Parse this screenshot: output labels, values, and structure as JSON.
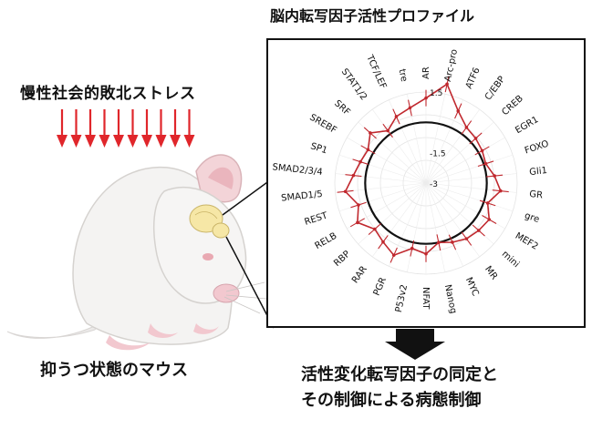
{
  "figure": {
    "profile_title": "脳内転写因子活性プロファイル",
    "stress_label": "慢性社会的敗北ストレス",
    "mouse_caption": "抑うつ状態のマウス",
    "result_line1": "活性変化転写因子の同定と",
    "result_line2": "その制御による病態制御"
  },
  "colors": {
    "stress_arrow": "#e0262b",
    "profile_line": "#c0282e",
    "reference_circle": "#111111",
    "brain": "#f6e7a6"
  },
  "chart_data": {
    "type": "radar",
    "title": "脳内転写因子活性プロファイル",
    "radial_ticks": [
      "1.5",
      "-1.5",
      "-3"
    ],
    "categories": [
      "AR",
      "Arc-pro",
      "ATF6",
      "C/EBP",
      "CREB",
      "EGR1",
      "FOXO",
      "Gli1",
      "GR",
      "gre",
      "MEF2",
      "mini",
      "MR",
      "MYC",
      "Nanog",
      "NFAT",
      "P53v2",
      "PGR",
      "RAR",
      "RBP",
      "RELB",
      "REST",
      "SMAD1/5",
      "SMAD2/3/4",
      "SP1",
      "SREBF",
      "SRF",
      "STAT1/2",
      "TCF/LEF",
      "tre"
    ],
    "values": [
      1.2,
      2.0,
      0.9,
      0.4,
      0.3,
      0.2,
      0.1,
      0.4,
      0.7,
      0.2,
      0.6,
      0.5,
      0.4,
      0.2,
      0.0,
      0.5,
      0.3,
      0.9,
      0.6,
      0.4,
      0.9,
      0.5,
      1.0,
      0.6,
      0.4,
      0.3,
      0.7,
      0.2,
      0.6,
      0.8
    ],
    "range": [
      -3,
      1.5
    ],
    "reference_value": 0
  }
}
